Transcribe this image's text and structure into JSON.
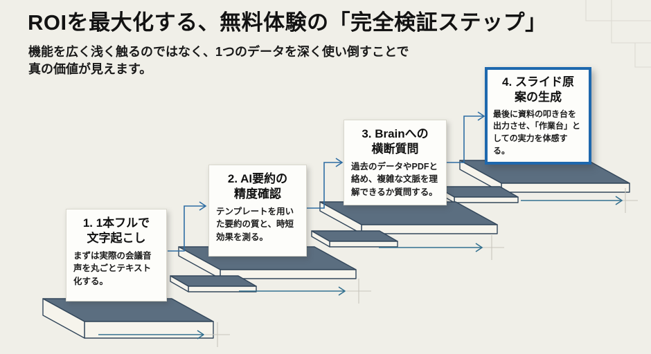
{
  "header": {
    "title": "ROIを最大化する、無料体験の「完全検証ステップ」",
    "subtitle": "機能を広く浅く触るのではなく、1つのデータを深く使い倒すことで\n真の価値が見えます。"
  },
  "steps": [
    {
      "title": "1. 1本フルで\n文字起こし",
      "body": "まずは実際の会議音声を丸ごとテキスト化する。",
      "highlighted": false
    },
    {
      "title": "2. AI要約の\n精度確認",
      "body": "テンプレートを用いた要約の質と、時短効果を測る。",
      "highlighted": false
    },
    {
      "title": "3. Brainへの\n横断質問",
      "body": "過去のデータやPDFと絡め、複雑な文脈を理解できるか質問する。",
      "highlighted": false
    },
    {
      "title": "4. スライド原\n案の生成",
      "body": "最後に資料の叩き台を出力させ、「作業台」としての実力を体感する。",
      "highlighted": true
    }
  ],
  "colors": {
    "background": "#f0efe8",
    "step_top": "#5b6e80",
    "step_face": "#f6f4ec",
    "step_outline": "#32465a",
    "card_background": "#fdfdfa",
    "card_border": "#d9d7cd",
    "highlight_border": "#1e68ae",
    "connector": "#2d6da3",
    "arrow": "#33708f",
    "crosshair": "#c8c6bc",
    "corner_lines": "#dcdad2",
    "text": "#141414"
  }
}
